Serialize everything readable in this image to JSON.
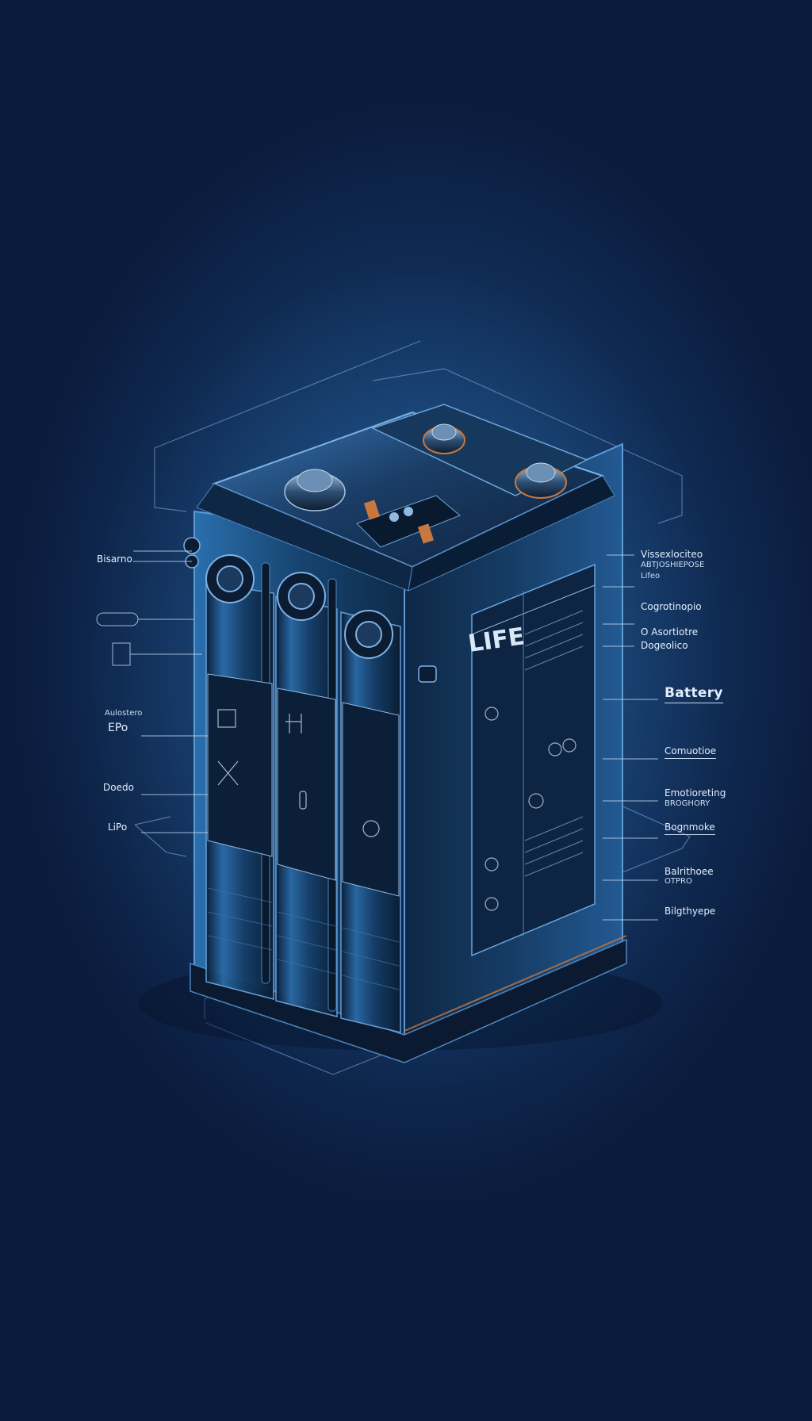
{
  "diagram": {
    "subject": "battery",
    "colors": {
      "background_center": "#1d568a",
      "background_edge": "#0b1b3c",
      "casing": "#0f2440",
      "cell_glass": "#1f5a8f",
      "accent_copper": "#c8773f",
      "label_text": "#e3eefc",
      "leader_line": "#c9daf0"
    },
    "front_text": "LIFE",
    "left_labels": [
      {
        "text": "Bisarno"
      },
      {
        "text": ""
      },
      {
        "text": ""
      },
      {
        "text": "Aulostero"
      },
      {
        "text": "EPo"
      },
      {
        "text": "Doedo"
      },
      {
        "text": "LiPo"
      }
    ],
    "right_labels": [
      {
        "text": "Vissexlociteo"
      },
      {
        "text": "ABTJOSHIEPOSE"
      },
      {
        "text": "Lifeo"
      },
      {
        "text": "Cogrotinopio"
      },
      {
        "text": "O Asortiotre"
      },
      {
        "text": "Dogeolico"
      },
      {
        "text": "Battery"
      },
      {
        "text": "Comuotioe"
      },
      {
        "text": "Emotioreting"
      },
      {
        "text": "BROGHORY"
      },
      {
        "text": "Bognmoke"
      },
      {
        "text": "Balrithoee"
      },
      {
        "text": "OTPRO"
      },
      {
        "text": "Bilgthyepe"
      }
    ]
  }
}
